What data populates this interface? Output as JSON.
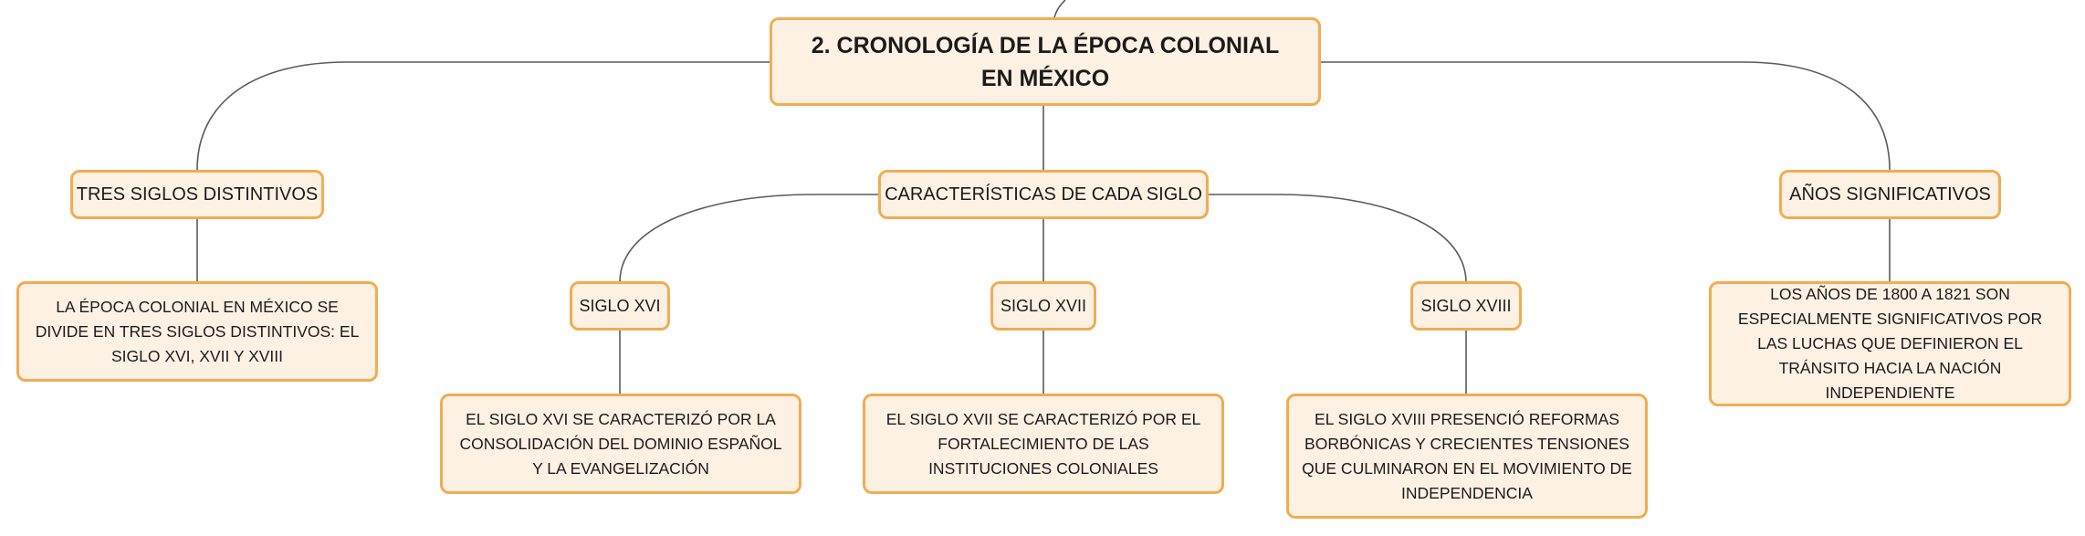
{
  "root": {
    "title": "2. CRONOLOGÍA DE LA ÉPOCA COLONIAL EN MÉXICO"
  },
  "branches": {
    "tres_siglos": {
      "label": "TRES SIGLOS DISTINTIVOS",
      "detail": "LA ÉPOCA COLONIAL EN MÉXICO SE DIVIDE EN TRES SIGLOS DISTINTIVOS: EL SIGLO XVI, XVII Y XVIII"
    },
    "caracteristicas": {
      "label": "CARACTERÍSTICAS DE CADA SIGLO",
      "siglo_xvi": {
        "label": "SIGLO XVI",
        "detail": "EL SIGLO XVI SE CARACTERIZÓ POR LA CONSOLIDACIÓN DEL DOMINIO ESPAÑOL Y LA EVANGELIZACIÓN"
      },
      "siglo_xvii": {
        "label": "SIGLO XVII",
        "detail": "EL SIGLO XVII SE CARACTERIZÓ POR EL FORTALECIMIENTO DE LAS INSTITUCIONES COLONIALES"
      },
      "siglo_xviii": {
        "label": "SIGLO XVIII",
        "detail": "EL SIGLO XVIII PRESENCIÓ REFORMAS BORBÓNICAS Y CRECIENTES TENSIONES QUE CULMINARON EN EL MOVIMIENTO DE INDEPENDENCIA"
      }
    },
    "anos_significativos": {
      "label": "AÑOS SIGNIFICATIVOS",
      "detail": "LOS AÑOS DE 1800 A 1821 SON ESPECIALMENTE SIGNIFICATIVOS POR LAS LUCHAS QUE DEFINIERON EL TRÁNSITO HACIA LA NACIÓN INDEPENDIENTE"
    }
  },
  "colors": {
    "node_fill": "#fdf1e4",
    "node_border": "#f2ac52",
    "connector": "#5a5a5a"
  }
}
